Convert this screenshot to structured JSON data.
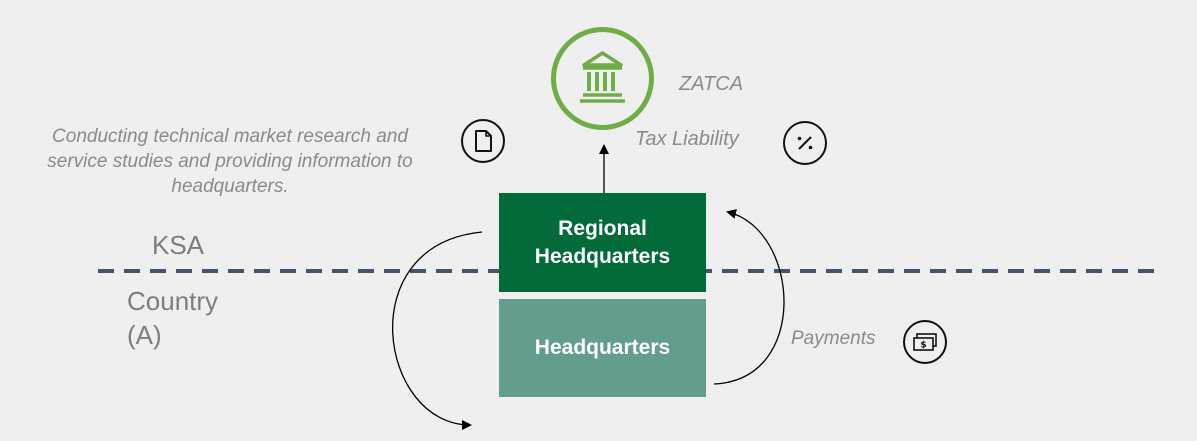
{
  "authority": {
    "name": "ZATCA",
    "tax_label": "Tax Liability"
  },
  "service_description": "Conducting technical market research and service studies and providing information to headquarters.",
  "regions": {
    "top": "KSA",
    "bottom": "Country (A)"
  },
  "boxes": {
    "regional_hq": "Regional Headquarters",
    "headquarters": "Headquarters"
  },
  "payments_label": "Payments",
  "colors": {
    "dark_green": "#036b3a",
    "mid_green": "#629d8d",
    "ring_green": "#70ad47",
    "dashed_line": "#44546a",
    "background": "#efefef"
  },
  "icons": {
    "authority": "government-building-icon",
    "document": "document-icon",
    "tax": "percent-icon",
    "payments": "cash-icon"
  }
}
